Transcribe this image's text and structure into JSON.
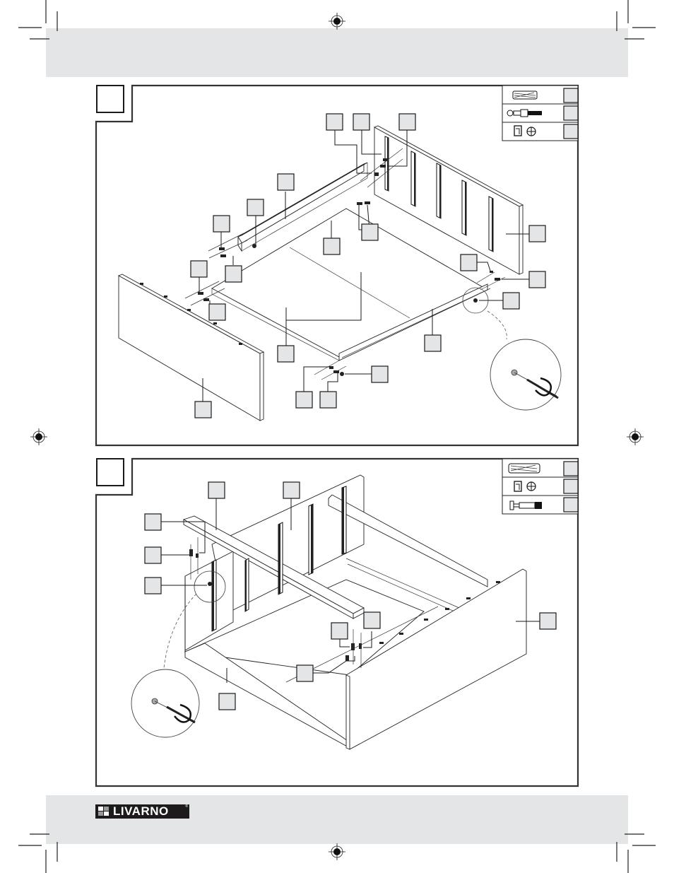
{
  "page": {
    "background": "#ffffff",
    "band_color": "#e4e5e7",
    "brand": {
      "name": "LIVARNO",
      "registered_mark": "®",
      "logo_bg": "#1c1a1a",
      "logo_fg": "#ffffff"
    }
  },
  "registration_marks": [
    {
      "name": "registration-mark-top",
      "icon": "crosshair-target-icon"
    },
    {
      "name": "registration-mark-left",
      "icon": "crosshair-target-icon"
    },
    {
      "name": "registration-mark-right",
      "icon": "crosshair-target-icon"
    },
    {
      "name": "registration-mark-bottom",
      "icon": "crosshair-target-icon"
    }
  ],
  "steps": [
    {
      "id": "step-1",
      "step_number": "",
      "legend": [
        {
          "icon": "wooden-dowel-icon",
          "count": ""
        },
        {
          "icon": "cam-bolt-screw-icon",
          "count": ""
        },
        {
          "icon": "screwdriver-phillips-icon",
          "count": ""
        }
      ],
      "callouts": [
        "",
        "",
        "",
        "",
        "",
        "",
        "",
        "",
        "",
        "",
        "",
        "",
        "",
        "",
        "",
        "",
        "",
        "",
        "",
        "",
        ""
      ],
      "detail_view": "cam-lock-tightening-detail"
    },
    {
      "id": "step-2",
      "step_number": "",
      "legend": [
        {
          "icon": "wooden-dowel-icon",
          "count": ""
        },
        {
          "icon": "screwdriver-phillips-icon",
          "count": ""
        },
        {
          "icon": "cam-bolt-icon",
          "count": ""
        }
      ],
      "callouts": [
        "",
        "",
        "",
        "",
        "",
        "",
        "",
        "",
        "",
        ""
      ],
      "detail_view": "cam-lock-tightening-detail"
    }
  ]
}
